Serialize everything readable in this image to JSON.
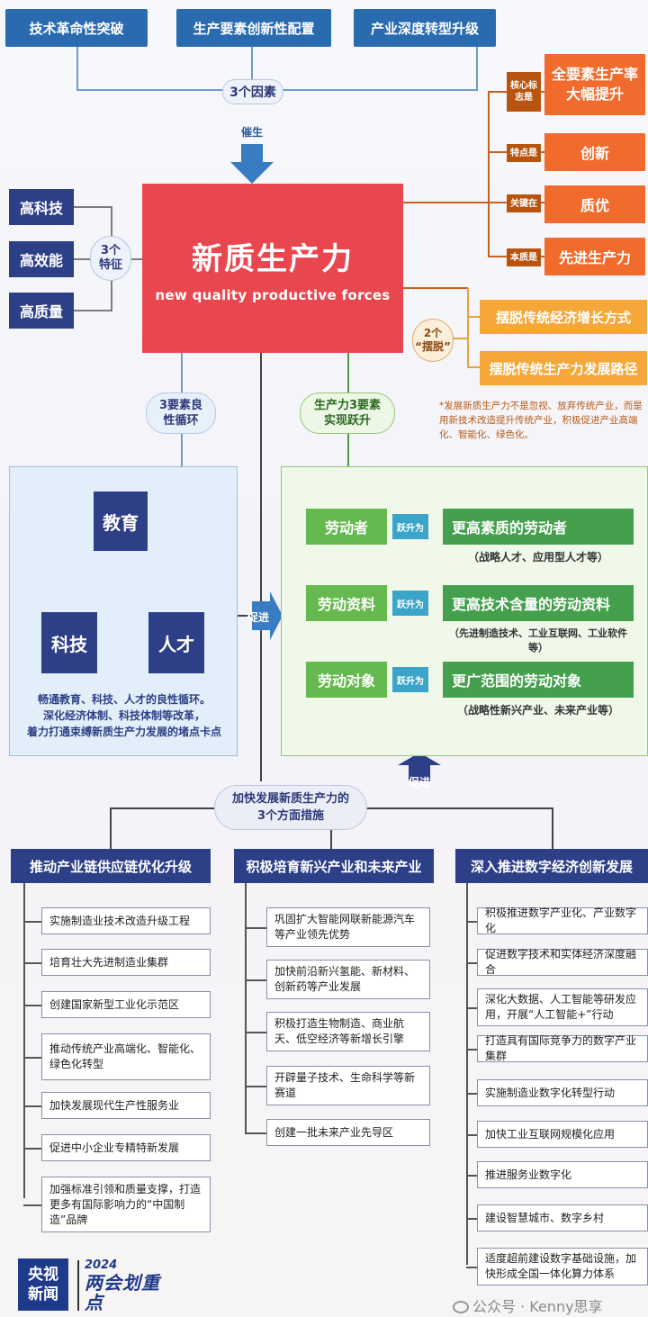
{
  "factors": [
    "技术革命性突破",
    "生产要素创新性配置",
    "产业深度转型升级"
  ],
  "factor_pill": "3个因素",
  "catalyze": "催生",
  "core": {
    "title": "新质生产力",
    "subtitle": "new quality productive forces"
  },
  "features": {
    "pill": "3个特征",
    "items": [
      "高科技",
      "高效能",
      "高质量"
    ]
  },
  "marks": [
    {
      "tag": "核心标志是",
      "value": "全要素生产率大幅提升"
    },
    {
      "tag": "特点是",
      "value": "创新"
    },
    {
      "tag": "关键在",
      "value": "质优"
    },
    {
      "tag": "本质是",
      "value": "先进生产力"
    }
  ],
  "escape": {
    "pill_top": "2个",
    "pill_bottom": "“摆脱”",
    "items": [
      "摆脱传统经济增长方式",
      "摆脱传统生产力发展路径"
    ]
  },
  "note": "*发展新质生产力不是忽视、放弃传统产业，而是用新技术改造提升传统产业，积极促进产业高端化、智能化、绿色化。",
  "cycle": {
    "pill": "3要素良性循环",
    "nodes": [
      "教育",
      "科技",
      "人才"
    ],
    "caption": [
      "畅通教育、科技、人才的良性循环。",
      "深化经济体制、科技体制等改革，",
      "着力打通束缚新质生产力发展的堵点卡点"
    ]
  },
  "leap": {
    "pill": "生产力3要素实现跃升",
    "verb": "跃升为",
    "rows": [
      {
        "from": "劳动者",
        "to": "更高素质的劳动者",
        "note": "（战略人才、应用型人才等）"
      },
      {
        "from": "劳动资料",
        "to": "更高技术含量的劳动资料",
        "note": "（先进制造技术、工业互联网、工业软件等）"
      },
      {
        "from": "劳动对象",
        "to": "更广范围的劳动对象",
        "note": "（战略性新兴产业、未来产业等）"
      }
    ]
  },
  "promote": "促进",
  "measures": {
    "pill_line1": "加快发展新质生产力的",
    "pill_line2": "3个方面措施",
    "columns": [
      {
        "head": "推动产业链供应链优化升级",
        "items": [
          "实施制造业技术改造升级工程",
          "培育壮大先进制造业集群",
          "创建国家新型工业化示范区",
          "推动传统产业高端化、智能化、绿色化转型",
          "加快发展现代生产性服务业",
          "促进中小企业专精特新发展",
          "加强标准引领和质量支撑，打造更多有国际影响力的“中国制造”品牌"
        ]
      },
      {
        "head": "积极培育新兴产业和未来产业",
        "items": [
          "巩固扩大智能网联新能源汽车等产业领先优势",
          "加快前沿新兴氢能、新材料、创新药等产业发展",
          "积极打造生物制造、商业航天、低空经济等新增长引擎",
          "开辟量子技术、生命科学等新赛道",
          "创建一批未来产业先导区"
        ]
      },
      {
        "head": "深入推进数字经济创新发展",
        "items": [
          "积极推进数字产业化、产业数字化",
          "促进数字技术和实体经济深度融合",
          "深化大数据、人工智能等研发应用，开展“人工智能+”行动",
          "打造具有国际竞争力的数字产业集群",
          "实施制造业数字化转型行动",
          "加快工业互联网规模化应用",
          "推进服务业数字化",
          "建设智慧城市、数字乡村",
          "适度超前建设数字基础设施，加快形成全国一体化算力体系"
        ]
      }
    ]
  },
  "footer": {
    "logo_line1": "央视",
    "logo_line2": "新闻",
    "year": "2024",
    "badge": "两会划重点",
    "watermark": "公众号 · Kenny思享"
  }
}
